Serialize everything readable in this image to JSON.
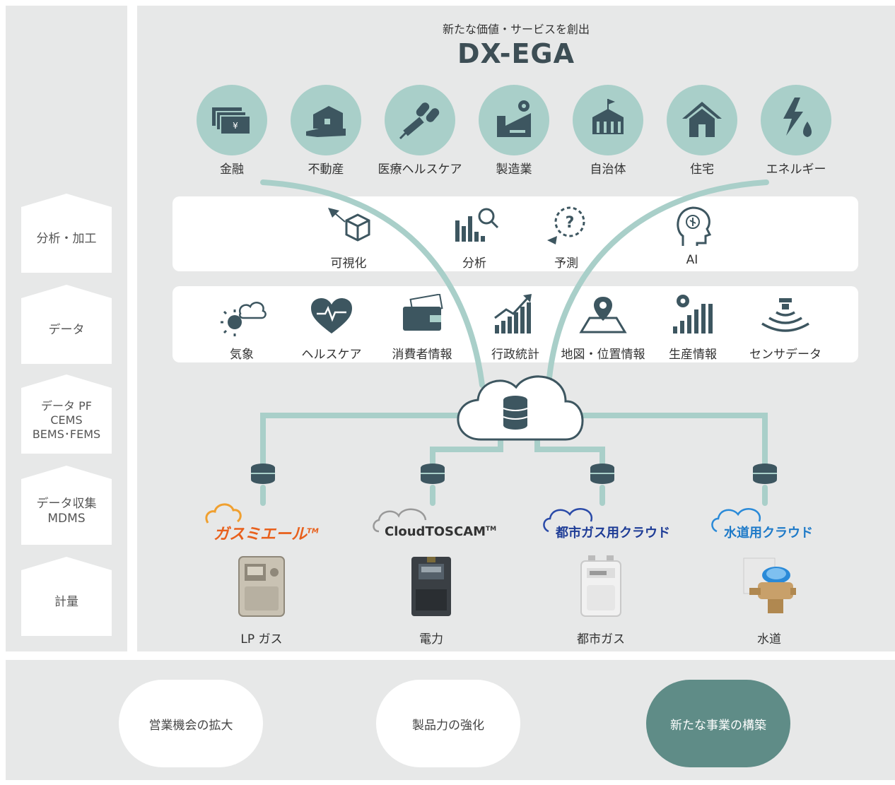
{
  "header": {
    "tagline": "新たな価値・サービスを創出",
    "title": "DX-EGA"
  },
  "layers": [
    {
      "label": "分析・加工"
    },
    {
      "label": "データ"
    },
    {
      "label": "データ PF\nCEMS\nBEMS･FEMS"
    },
    {
      "label": "データ収集\nMDMS"
    },
    {
      "label": "計量"
    }
  ],
  "sectors": [
    {
      "label": "金融",
      "icon": "money-icon"
    },
    {
      "label": "不動産",
      "icon": "building-hand-icon"
    },
    {
      "label": "医療ヘルスケア",
      "icon": "medical-icon"
    },
    {
      "label": "製造業",
      "icon": "factory-icon"
    },
    {
      "label": "自治体",
      "icon": "government-icon"
    },
    {
      "label": "住宅",
      "icon": "house-icon"
    },
    {
      "label": "エネルギー",
      "icon": "energy-icon"
    }
  ],
  "analysis": [
    {
      "label": "可視化",
      "icon": "cube-icon"
    },
    {
      "label": "分析",
      "icon": "bar-search-icon"
    },
    {
      "label": "予測",
      "icon": "prediction-icon"
    },
    {
      "label": "AI",
      "icon": "ai-head-icon"
    }
  ],
  "data_sources": [
    {
      "label": "気象",
      "icon": "weather-icon"
    },
    {
      "label": "ヘルスケア",
      "icon": "heart-icon"
    },
    {
      "label": "消費者情報",
      "icon": "wallet-icon"
    },
    {
      "label": "行政統計",
      "icon": "growth-chart-icon"
    },
    {
      "label": "地図・位置情報",
      "icon": "map-pin-icon"
    },
    {
      "label": "生産情報",
      "icon": "gear-bars-icon"
    },
    {
      "label": "センサデータ",
      "icon": "sensor-icon"
    }
  ],
  "platforms": [
    {
      "label": "ガスミエール",
      "tm": "TM",
      "color": "#e8601c"
    },
    {
      "label": "CloudTOSCAM",
      "tm": "TM",
      "color": "#333333"
    },
    {
      "label": "都市ガス用クラウド",
      "tm": "",
      "color": "#1e3c96"
    },
    {
      "label": "水道用クラウド",
      "tm": "",
      "color": "#1e7ac8"
    }
  ],
  "meters": [
    {
      "label": "LP ガス",
      "icon": "lp-gas-meter-icon"
    },
    {
      "label": "電力",
      "icon": "electric-meter-icon"
    },
    {
      "label": "都市ガス",
      "icon": "city-gas-meter-icon"
    },
    {
      "label": "水道",
      "icon": "water-meter-icon"
    }
  ],
  "goals": [
    {
      "label": "営業機会の拡大"
    },
    {
      "label": "製品力の強化"
    },
    {
      "label": "新たな事業の構築"
    }
  ],
  "colors": {
    "panel": "#e7e8e8",
    "accent": "#a9cfc9",
    "dark_teal": "#5f8c87",
    "icon": "#3d5660"
  }
}
